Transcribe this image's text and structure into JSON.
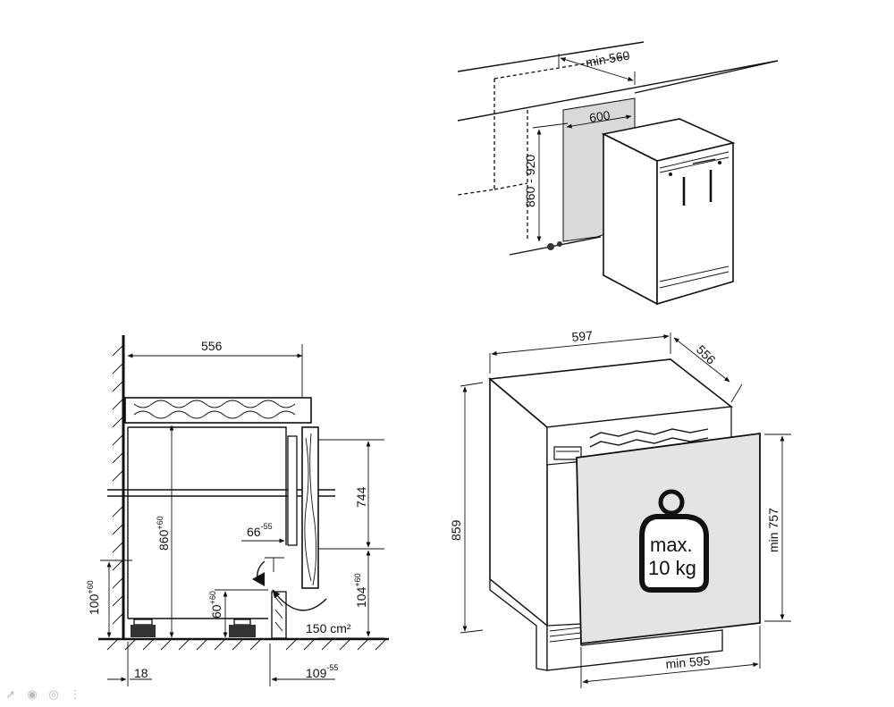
{
  "top_view": {
    "depth_label": "min 560",
    "width_label": "600",
    "height_label": "860 - 920"
  },
  "side_view": {
    "depth": "556",
    "door_height": "744",
    "niche_height": "860",
    "niche_height_sup": "+60",
    "plinth_height": "100",
    "plinth_height_sup": "+60",
    "vent_height": "104",
    "vent_height_sup": "+60",
    "recess": "66",
    "recess_sup": "-55",
    "foot_height": "60",
    "foot_height_sup": "+60",
    "vent_area": "150 cm²",
    "wall_gap": "18",
    "front_offset": "109",
    "front_offset_sup": "-55"
  },
  "iso_view": {
    "width": "597",
    "depth": "556",
    "height": "859",
    "door_height": "min 757",
    "door_width": "min 595",
    "weight_line1": "max.",
    "weight_line2": "10 kg"
  },
  "toolbar": {
    "icons": [
      "share-icon",
      "eye-icon",
      "camera-icon",
      "more-icon"
    ]
  }
}
